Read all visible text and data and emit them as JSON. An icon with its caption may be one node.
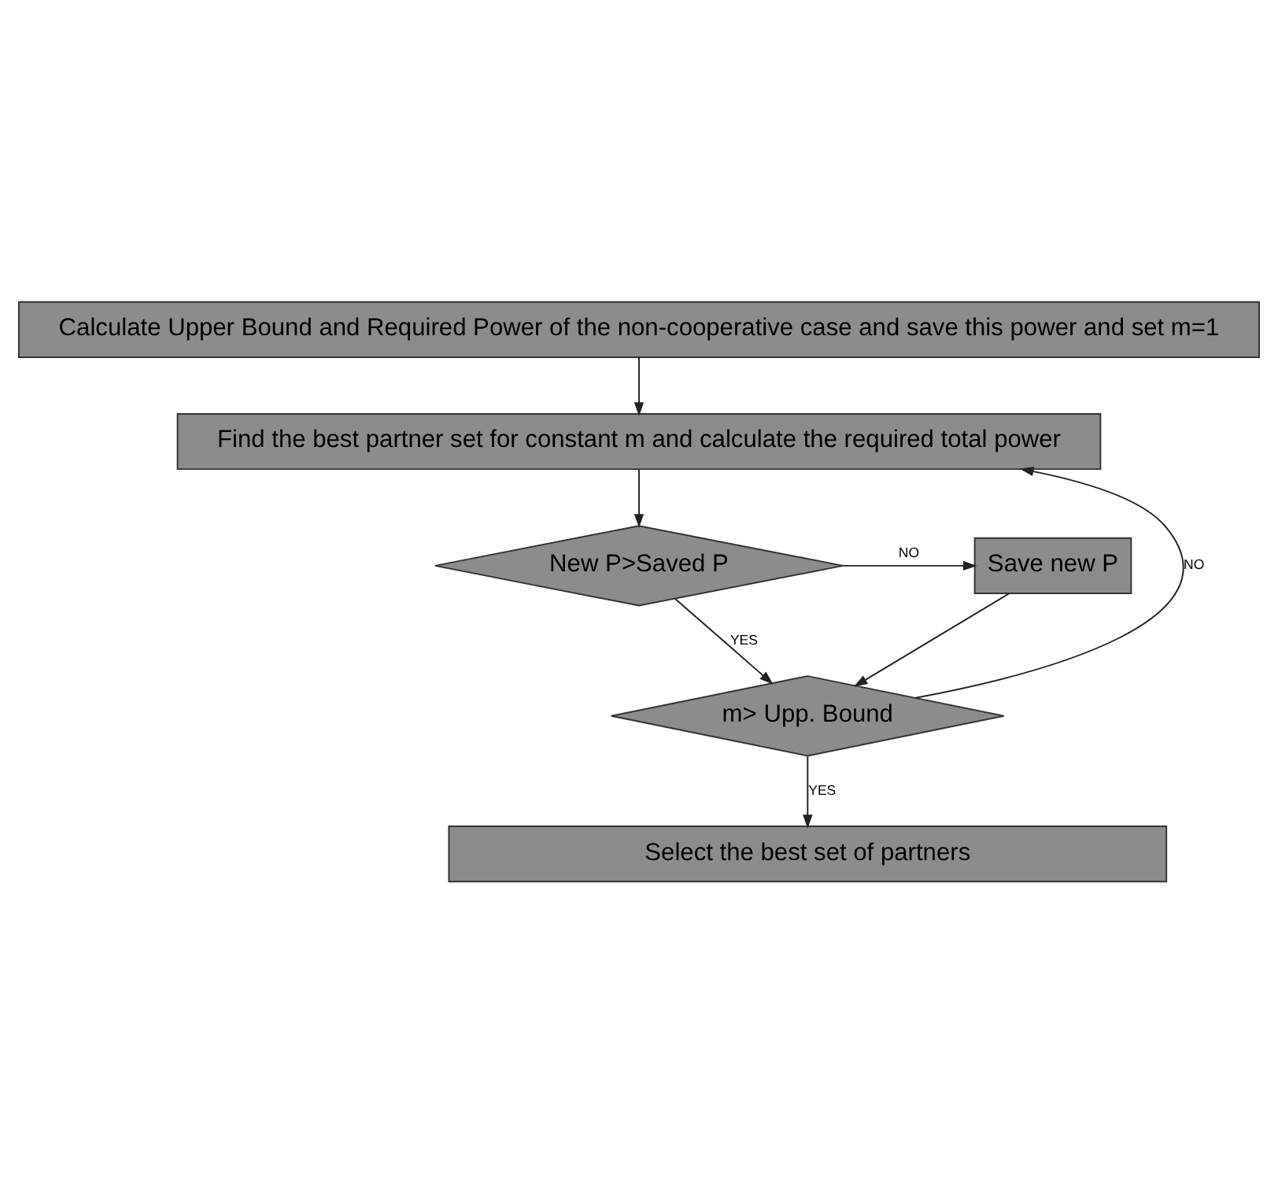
{
  "diagram": {
    "nodes": [
      {
        "text": [
          "Calculate Upper Bound and Required Power of the non-cooperative case and save this power and set m=1"
        ]
      },
      {
        "text": [
          "Find the best partner set for constant m and calculate the required total power"
        ]
      },
      {
        "text": [
          "New P>Saved P"
        ]
      },
      {
        "text": [
          "Save new P"
        ]
      },
      {
        "text": [
          "m> Upp. Bound"
        ]
      },
      {
        "text": [
          "Select the best set of partners"
        ]
      }
    ],
    "edges": [
      {
        "from": 0,
        "to": 1,
        "arrow": "to"
      },
      {
        "from": 1,
        "to": 2,
        "arrow": "to"
      },
      {
        "from": 2,
        "to": 3,
        "arrow": "to",
        "label": "NO"
      },
      {
        "from": 2,
        "to": 4,
        "arrow": "to",
        "label": "YES"
      },
      {
        "from": 3,
        "to": 4,
        "arrow": "to"
      },
      {
        "from": 4,
        "to": 1,
        "arrow": "to",
        "label": "NO"
      },
      {
        "from": 4,
        "to": 5,
        "arrow": "to",
        "label": "YES"
      }
    ]
  }
}
